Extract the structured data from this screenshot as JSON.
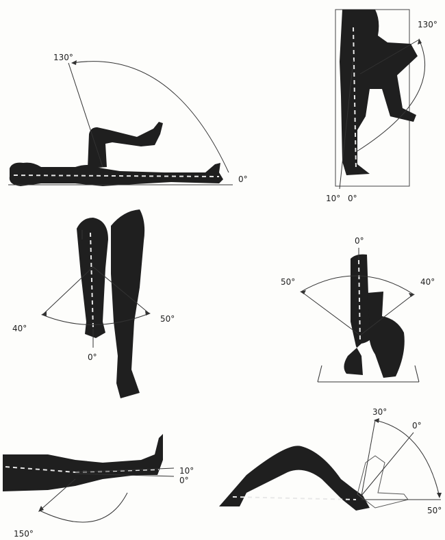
{
  "panels": {
    "hip_flexion_supine": {
      "angle_max": "130°",
      "angle_zero": "0°"
    },
    "hip_flexion_standing": {
      "angle_max": "130°",
      "angle_ext": "10°",
      "angle_zero": "0°"
    },
    "hip_abduction": {
      "angle_left": "40°",
      "angle_right": "50°",
      "angle_zero": "0°"
    },
    "hip_rotation": {
      "angle_top": "0°",
      "angle_left": "50°",
      "angle_right": "40°"
    },
    "knee_flexion": {
      "angle_hyper": "10°",
      "angle_zero": "0°",
      "angle_flex": "150°"
    },
    "ankle": {
      "angle_dorsi": "30°",
      "angle_zero": "0°",
      "angle_plantar": "50°"
    }
  }
}
